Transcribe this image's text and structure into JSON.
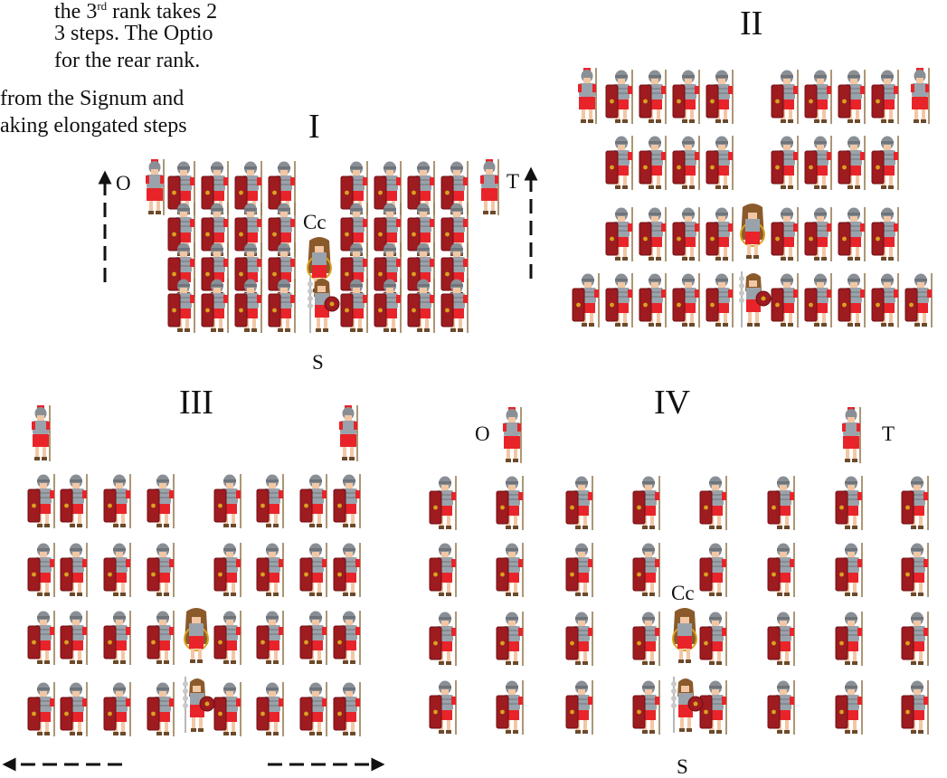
{
  "text_fragment": {
    "line1": "the 3",
    "line1_sup": "rd",
    "line1_rest": " rank takes 2",
    "line2": "3 steps. The Optio",
    "line3": "for the rear rank.",
    "line4": "from the Signum and",
    "line5": "aking elongated steps"
  },
  "panels": [
    {
      "id": "I",
      "title": "I",
      "labels": {
        "optio": "O",
        "tesserarius": "T",
        "cornicen": "Cc",
        "signifer": "S"
      }
    },
    {
      "id": "II",
      "title": "II",
      "labels": {}
    },
    {
      "id": "III",
      "title": "III",
      "labels": {}
    },
    {
      "id": "IV",
      "title": "IV",
      "labels": {
        "optio": "O",
        "tesserarius": "T",
        "cornicen": "Cc",
        "signifer": "S"
      }
    }
  ],
  "colors": {
    "tunic_red": "#e8242a",
    "shield_red": "#9e1b20",
    "shield_dark": "#6e0f14",
    "armor_gray": "#9aa3ab",
    "helmet_gray": "#8a8f95",
    "skin": "#f2c7a5",
    "pelt_brown": "#8b5a2b",
    "boss_gold": "#d9a21f",
    "arrow_black": "#111111"
  },
  "icons": {
    "legionary": "legionary-icon",
    "shield_legionary": "legionary-shield-icon",
    "cornicen": "cornicen-icon",
    "signifer": "signifer-icon",
    "officer": "officer-icon"
  }
}
